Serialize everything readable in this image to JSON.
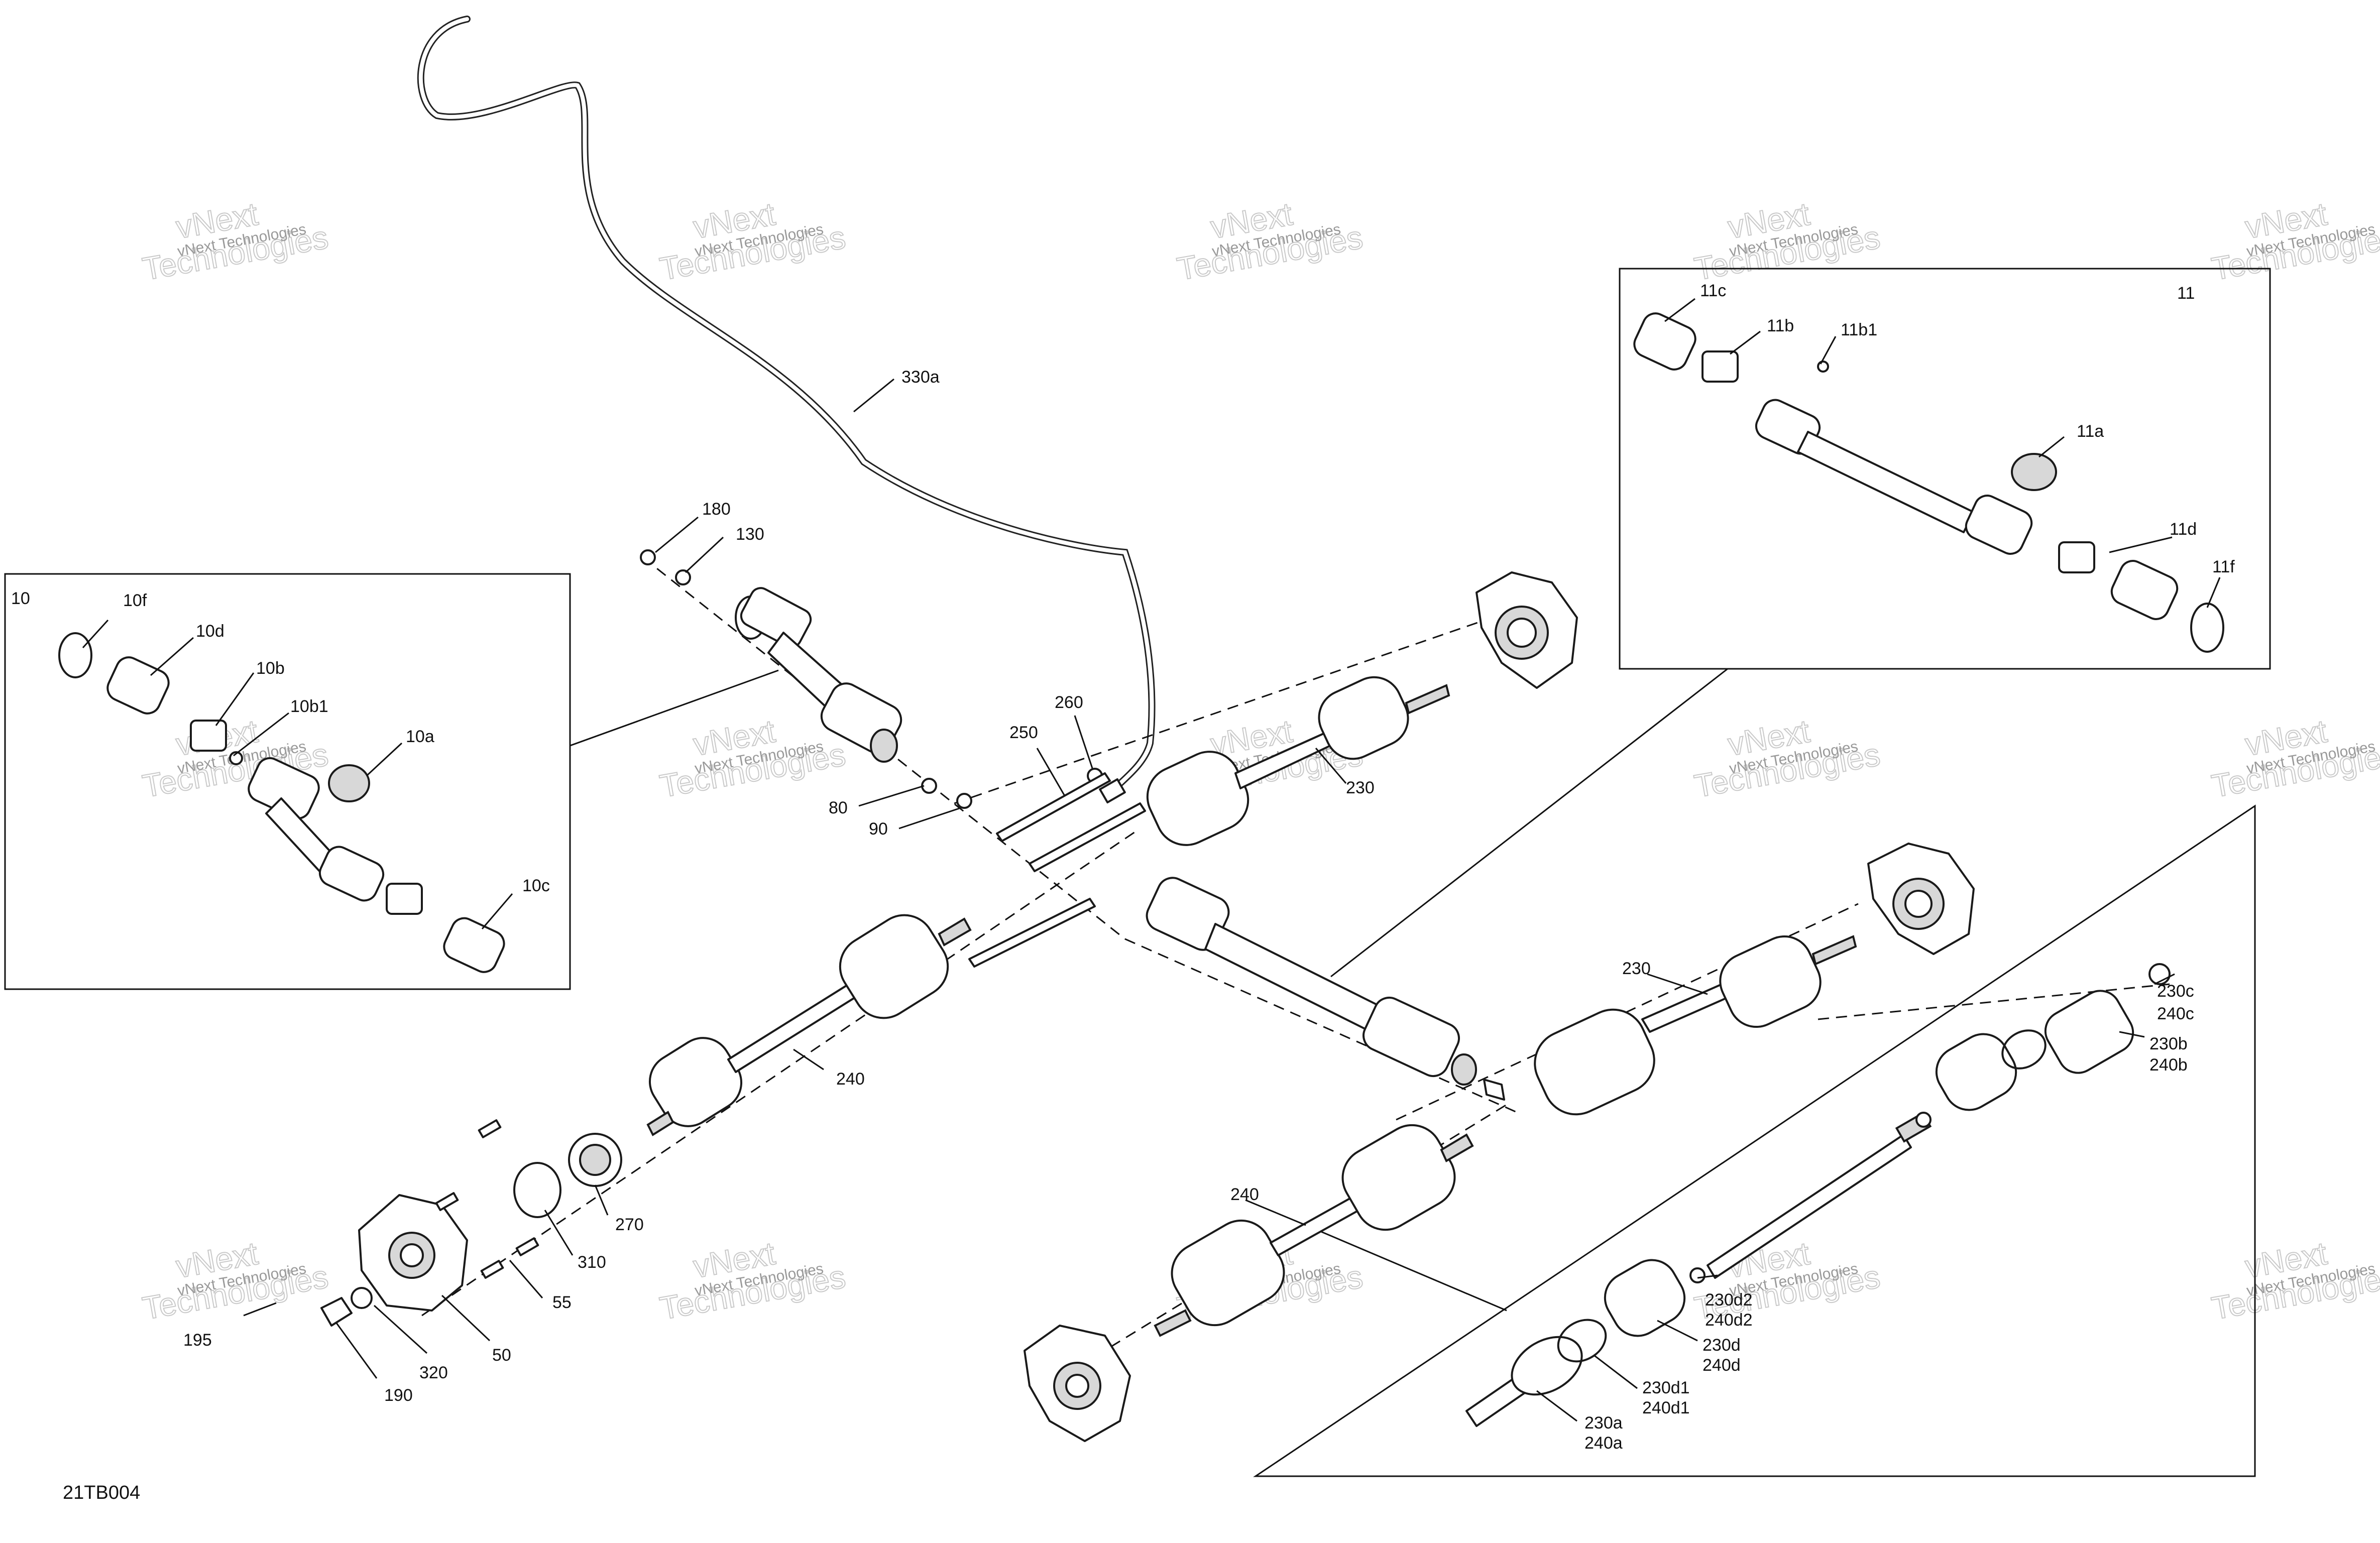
{
  "diagram_code": "21TB004",
  "watermark": {
    "small": "vNext Technologies",
    "big_line1": "vNext",
    "big_line2": "Technologies"
  },
  "callouts": {
    "c10": "10",
    "c10f": "10f",
    "c10d": "10d",
    "c10b": "10b",
    "c10b1": "10b1",
    "c10a": "10a",
    "c10c": "10c",
    "c11": "11",
    "c11c": "11c",
    "c11b": "11b",
    "c11b1": "11b1",
    "c11a": "11a",
    "c11d": "11d",
    "c11f": "11f",
    "c180": "180",
    "c130": "130",
    "c330a": "330a",
    "c260": "260",
    "c250": "250",
    "c80": "80",
    "c90": "90",
    "c230_top": "230",
    "c230_mid": "230",
    "c240_left": "240",
    "c240_right": "240",
    "c270": "270",
    "c310": "310",
    "c55": "55",
    "c50": "50",
    "c320": "320",
    "c190": "190",
    "c195": "195",
    "c230c": "230c",
    "c240c": "240c",
    "c230b": "230b",
    "c240b": "240b",
    "c230d2": "230d2",
    "c240d2": "240d2",
    "c230d": "230d",
    "c240d": "240d",
    "c230d1": "230d1",
    "c240d1": "240d1",
    "c230a": "230a",
    "c240a": "240a"
  }
}
